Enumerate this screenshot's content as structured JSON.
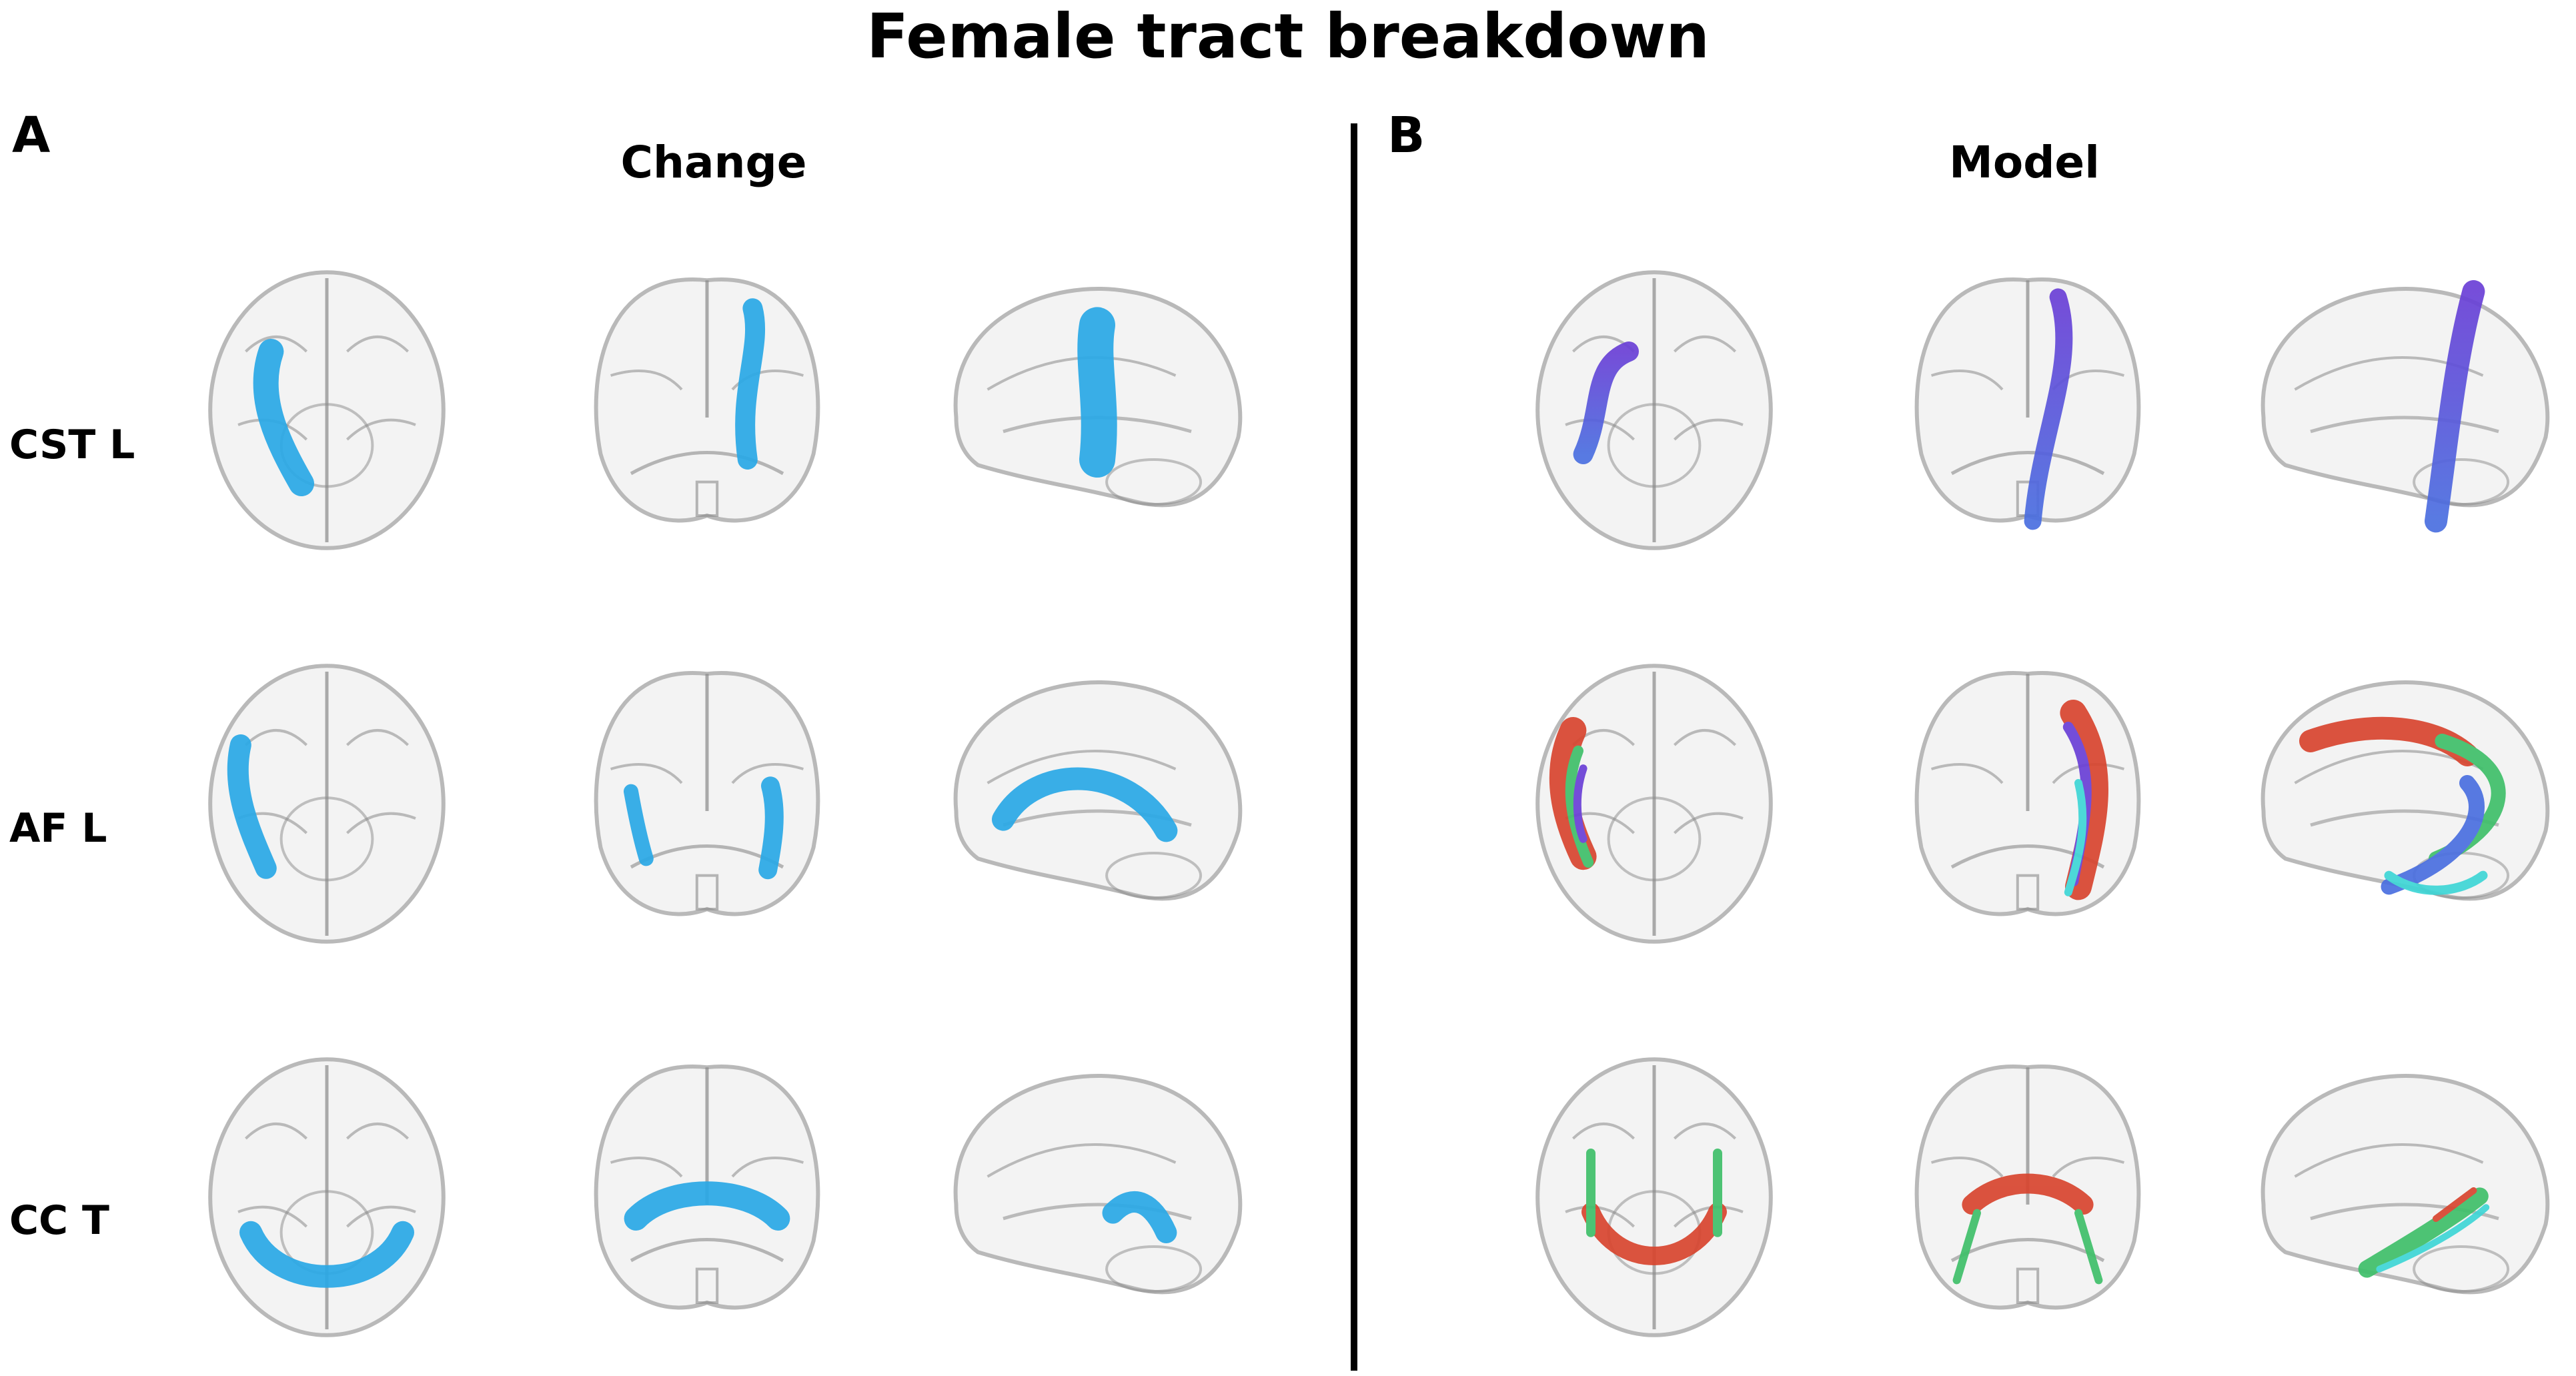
{
  "figure": {
    "title": "Female tract breakdown"
  },
  "panels": [
    {
      "letter": "A",
      "title": "Change"
    },
    {
      "letter": "B",
      "title": "Model"
    }
  ],
  "rows": [
    {
      "label": "CST L"
    },
    {
      "label": "AF L"
    },
    {
      "label": "CC T"
    }
  ],
  "colors": {
    "brain_outline": "#b9b9b9",
    "brain_fill": "#f3f3f3",
    "brain_shadow": "#8a8a8a",
    "change_tract": "#29a8e6",
    "model_purple": "#6a3fd6",
    "model_blue": "#4a6fe0",
    "model_red": "#d8452f",
    "model_green": "#3fc06a",
    "model_cyan": "#3ed6d6"
  }
}
